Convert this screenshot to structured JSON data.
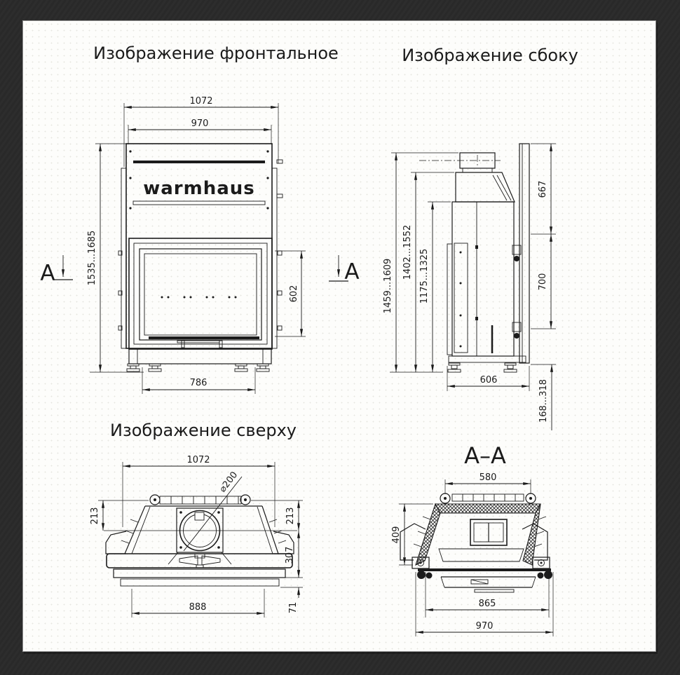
{
  "sheet": {
    "background": "#2b2b2b",
    "paper": "#fdfdfb",
    "ink": "#1b1b1b"
  },
  "brand_logo": "warmhaus",
  "views": {
    "front": {
      "title": "Изображение фронтальное",
      "section_letter": "A",
      "dims": {
        "overall_width": "1072",
        "body_width": "970",
        "overall_height": "1535...1685",
        "glass_height": "602",
        "base_width": "786"
      }
    },
    "side": {
      "title": "Изображение сбоку",
      "dims": {
        "upper_height": "667",
        "bracket_span": "700",
        "overall_height": "1459...1609",
        "hood_height": "1402...1552",
        "body_height": "1175...1325",
        "depth": "606",
        "clearance": "168...318"
      }
    },
    "top": {
      "title": "Изображение сверху",
      "dims": {
        "overall_width": "1072",
        "flue_diameter": "⌀200",
        "left_offset": "213",
        "right_offset": "213",
        "hood_depth": "307",
        "front_width": "888",
        "lip_depth": "71"
      }
    },
    "section": {
      "title": "A–A",
      "dims": {
        "opening_width": "580",
        "height": "409",
        "inner_width": "865",
        "overall_width": "970"
      }
    }
  }
}
